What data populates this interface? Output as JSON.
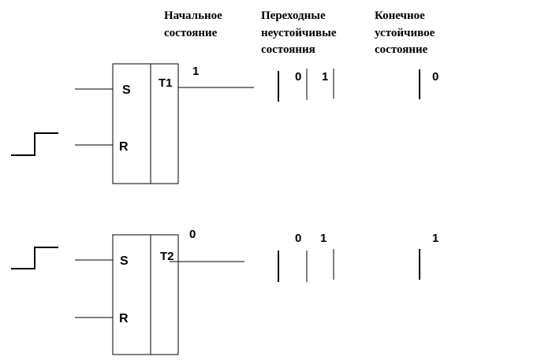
{
  "headers": {
    "initial": [
      "Начальное",
      "состояние"
    ],
    "transitional": [
      "Переходные",
      "неустойчивые",
      "состояния"
    ],
    "final": [
      "Конечное",
      "устойчивое",
      "состояние"
    ]
  },
  "trigger_1": {
    "input_s": "S",
    "input_r": "R",
    "name": "T1",
    "initial_state": "1",
    "transition_values": [
      "0",
      "1"
    ],
    "final_state": "0"
  },
  "trigger_2": {
    "input_s": "S",
    "input_r": "R",
    "name": "T2",
    "initial_state": "0",
    "transition_values": [
      "0",
      "1"
    ],
    "final_state": "1"
  }
}
